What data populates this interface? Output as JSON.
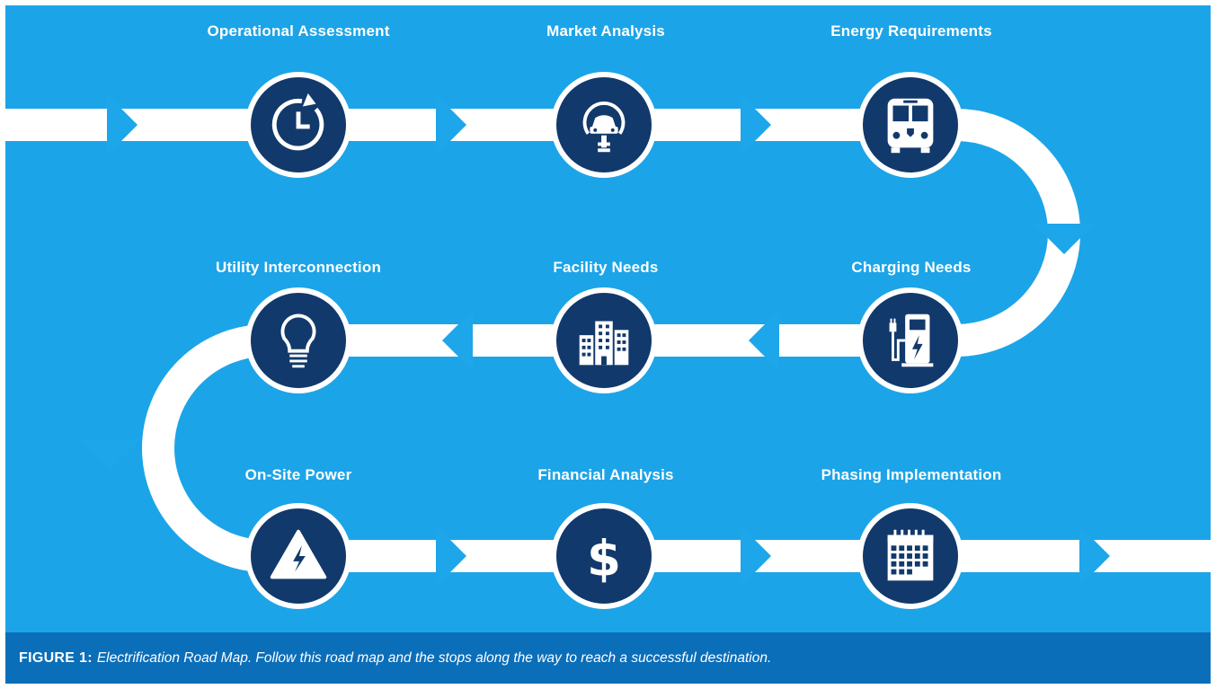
{
  "colors": {
    "background": "#1ca4e8",
    "road": "#ffffff",
    "node_fill": "#12396b",
    "arrow": "#1ea6ea",
    "caption_bar": "#0b6eb9"
  },
  "steps": [
    {
      "label": "Operational Assessment",
      "icon": "clock-refresh-icon"
    },
    {
      "label": "Market Analysis",
      "icon": "vehicle-plug-icon"
    },
    {
      "label": "Energy Requirements",
      "icon": "electric-bus-icon"
    },
    {
      "label": "Charging Needs",
      "icon": "charging-station-icon"
    },
    {
      "label": "Facility Needs",
      "icon": "buildings-icon"
    },
    {
      "label": "Utility Interconnection",
      "icon": "lightbulb-icon"
    },
    {
      "label": "On-Site Power",
      "icon": "high-voltage-icon"
    },
    {
      "label": "Financial Analysis",
      "icon": "dollar-icon"
    },
    {
      "label": "Phasing Implementation",
      "icon": "calendar-icon"
    }
  ],
  "caption": {
    "label": "FIGURE 1:",
    "text": "Electrification Road Map. Follow this road map and the stops along the way to reach a successful destination."
  }
}
